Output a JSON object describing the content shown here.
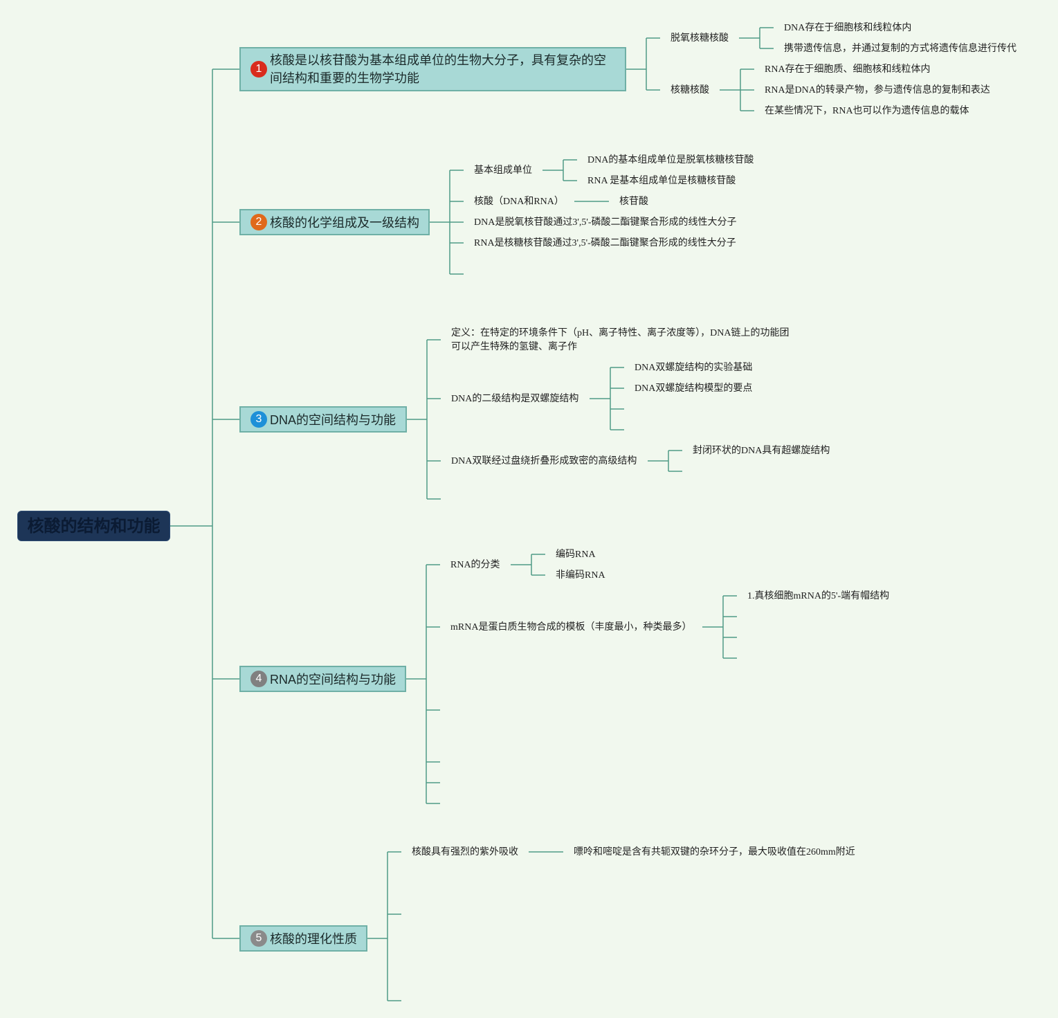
{
  "root": {
    "title": "核酸的结构和功能"
  },
  "branch1": {
    "badge": "1",
    "badge_color": "#d92b1d",
    "title": "核酸是以核苷酸为基本组成单位的生物大分子，具有复杂的空间结构和重要的生物学功能",
    "sub1": "脱氧核糖核酸",
    "sub1_items": [
      "DNA存在于细胞核和线粒体内",
      "携带遗传信息，并通过复制的方式将遗传信息进行传代"
    ],
    "sub2": "核糖核酸",
    "sub2_items": [
      "RNA存在于细胞质、细胞核和线粒体内",
      "RNA是DNA的转录产物，参与遗传信息的复制和表达",
      "在某些情况下，RNA也可以作为遗传信息的载体"
    ]
  },
  "branch2": {
    "badge": "2",
    "badge_color": "#e0691b",
    "title": "核酸的化学组成及一级结构",
    "sub1": "基本组成单位",
    "sub1_items": [
      "DNA的基本组成单位是脱氧核糖核苷酸",
      "RNA 是基本组成单位是核糖核苷酸"
    ],
    "sub2": "核酸（DNA和RNA）",
    "sub2_item": "核苷酸",
    "sub3": "DNA是脱氧核苷酸通过3',5'-磷酸二酯键聚合形成的线性大分子",
    "sub4": "RNA是核糖核苷酸通过3',5'-磷酸二酯键聚合形成的线性大分子"
  },
  "branch3": {
    "badge": "3",
    "badge_color": "#1e90d8",
    "title": "DNA的空间结构与功能",
    "def_line1": "定义：在特定的环境条件下（pH、离子特性、离子浓度等），DNA链上的功能团",
    "def_line2": "可以产生特殊的氢键、离子作",
    "sub2": "DNA的二级结构是双螺旋结构",
    "sub2_items": [
      "DNA双螺旋结构的实验基础",
      "DNA双螺旋结构模型的要点"
    ],
    "sub3": "DNA双联经过盘绕折叠形成致密的高级结构",
    "sub3_item": "封闭环状的DNA具有超螺旋结构"
  },
  "branch4": {
    "badge": "4",
    "badge_color": "#808080",
    "title": "RNA的空间结构与功能",
    "sub1": "RNA的分类",
    "sub1_items": [
      "编码RNA",
      "非编码RNA"
    ],
    "sub2": "mRNA是蛋白质生物合成的模板（丰度最小，种类最多）",
    "sub2_item": "1.真核细胞mRNA的5'-端有帽结构"
  },
  "branch5": {
    "badge": "5",
    "badge_color": "#8a8a8a",
    "title": "核酸的理化性质",
    "sub1": "核酸具有强烈的紫外吸收",
    "sub1_item": "嘌呤和嘧啶是含有共轭双键的杂环分子，最大吸收值在260mm附近"
  },
  "colors": {
    "line": "#4f9a86",
    "branch_fill": "#a8d9d6",
    "root_fill": "#1d3557"
  }
}
